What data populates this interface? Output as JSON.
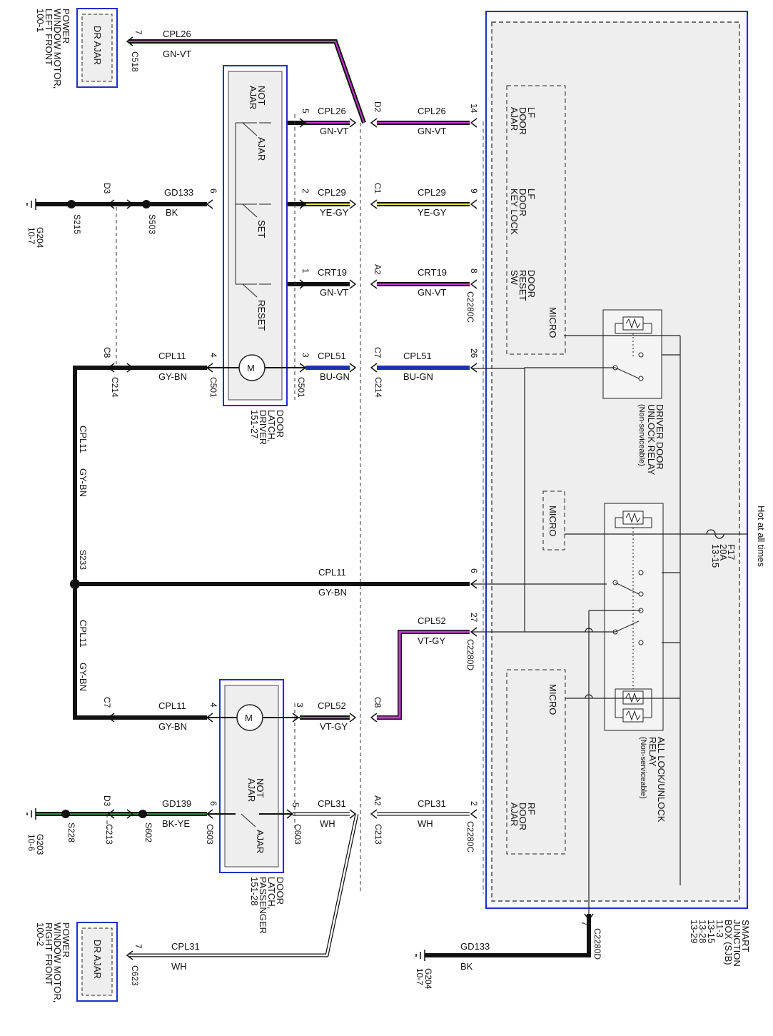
{
  "sjb": {
    "title": [
      "SMART",
      "JUNCTION",
      "BOX (SJB)",
      "11-3",
      "13-15",
      "13-28",
      "13-29"
    ],
    "hot": "Hot at all times",
    "fuse": [
      "F17",
      "20A",
      "13-15"
    ],
    "micro": "MICRO",
    "lf_ajar": [
      "LF",
      "DOOR",
      "AJAR"
    ],
    "lf_keylock": [
      "LF",
      "DOOR",
      "KEY LOCK"
    ],
    "reset_sw": [
      "DOOR",
      "RESET",
      "SW"
    ],
    "rf_ajar": [
      "RF",
      "DOOR",
      "AJAR"
    ],
    "driver_relay": [
      "DRIVER DOOR",
      "UNLOCK RELAY",
      "(Non-serviceable)"
    ],
    "all_relay": [
      "ALL LOCK/UNLOCK",
      "RELAY",
      "(Non-serviceable)"
    ],
    "conn_c": "C2280C",
    "conn_d": "C2280D",
    "conn_d7": "C2280D",
    "pin_d7": "7"
  },
  "components": {
    "lf_motor": [
      "POWER",
      "WINDOW MOTOR,",
      "LEFT FRONT",
      "100-1"
    ],
    "rf_motor": [
      "POWER",
      "WINDOW MOTOR,",
      "RIGHT FRONT",
      "100-2"
    ],
    "dr_ajar": "DR AJAR",
    "latch_driver": [
      "DOOR",
      "LATCH,",
      "DRIVER",
      "151-27"
    ],
    "latch_pass": [
      "DOOR",
      "LATCH,",
      "PASSENGER",
      "151-28"
    ],
    "not_ajar": [
      "NOT",
      "AJAR"
    ],
    "ajar": "AJAR",
    "set": "SET",
    "reset": "RESET",
    "motor": "M"
  },
  "grounds": {
    "g204": [
      "G204",
      "10-7"
    ],
    "g203": [
      "G203",
      "10-6"
    ],
    "g204b": [
      "G204",
      "10-7"
    ]
  },
  "splices": {
    "s215": "S215",
    "s503": "S503",
    "s228": "S228",
    "s602": "S602",
    "s233": "S233"
  },
  "connectors": {
    "c518": "C518",
    "c623": "C623",
    "c501": "C501",
    "c214": "C214",
    "c603": "C603",
    "c213": "C213",
    "d3": "D3",
    "d2": "D2",
    "c1": "C1",
    "a2": "A2",
    "c7": "C7",
    "c8": "C8"
  },
  "wires": [
    {
      "circuit": "CPL26",
      "color": "GN-VT"
    },
    {
      "circuit": "CPL29",
      "color": "YE-GY"
    },
    {
      "circuit": "CRT19",
      "color": "GN-VT"
    },
    {
      "circuit": "CPL51",
      "color": "BU-GN"
    },
    {
      "circuit": "CPL11",
      "color": "GY-BN"
    },
    {
      "circuit": "CPL52",
      "color": "VT-GY"
    },
    {
      "circuit": "CPL31",
      "color": "WH"
    },
    {
      "circuit": "GD133",
      "color": "BK"
    },
    {
      "circuit": "GD139",
      "color": "BK-YE"
    }
  ],
  "pins": {
    "p7": "7",
    "p5": "5",
    "p14": "14",
    "p6": "6",
    "p2": "2",
    "p9": "9",
    "p1": "1",
    "p8": "8",
    "p4": "4",
    "p3": "3",
    "p26": "26",
    "p27": "27"
  },
  "colors": {
    "frame": "#1e2fc8",
    "box_fill": "#eeeeee",
    "wire": "#111111",
    "violet": "#c03cc8",
    "yellow": "#e8e23a",
    "blue": "#2030b0",
    "green": "#2e8b3a"
  }
}
